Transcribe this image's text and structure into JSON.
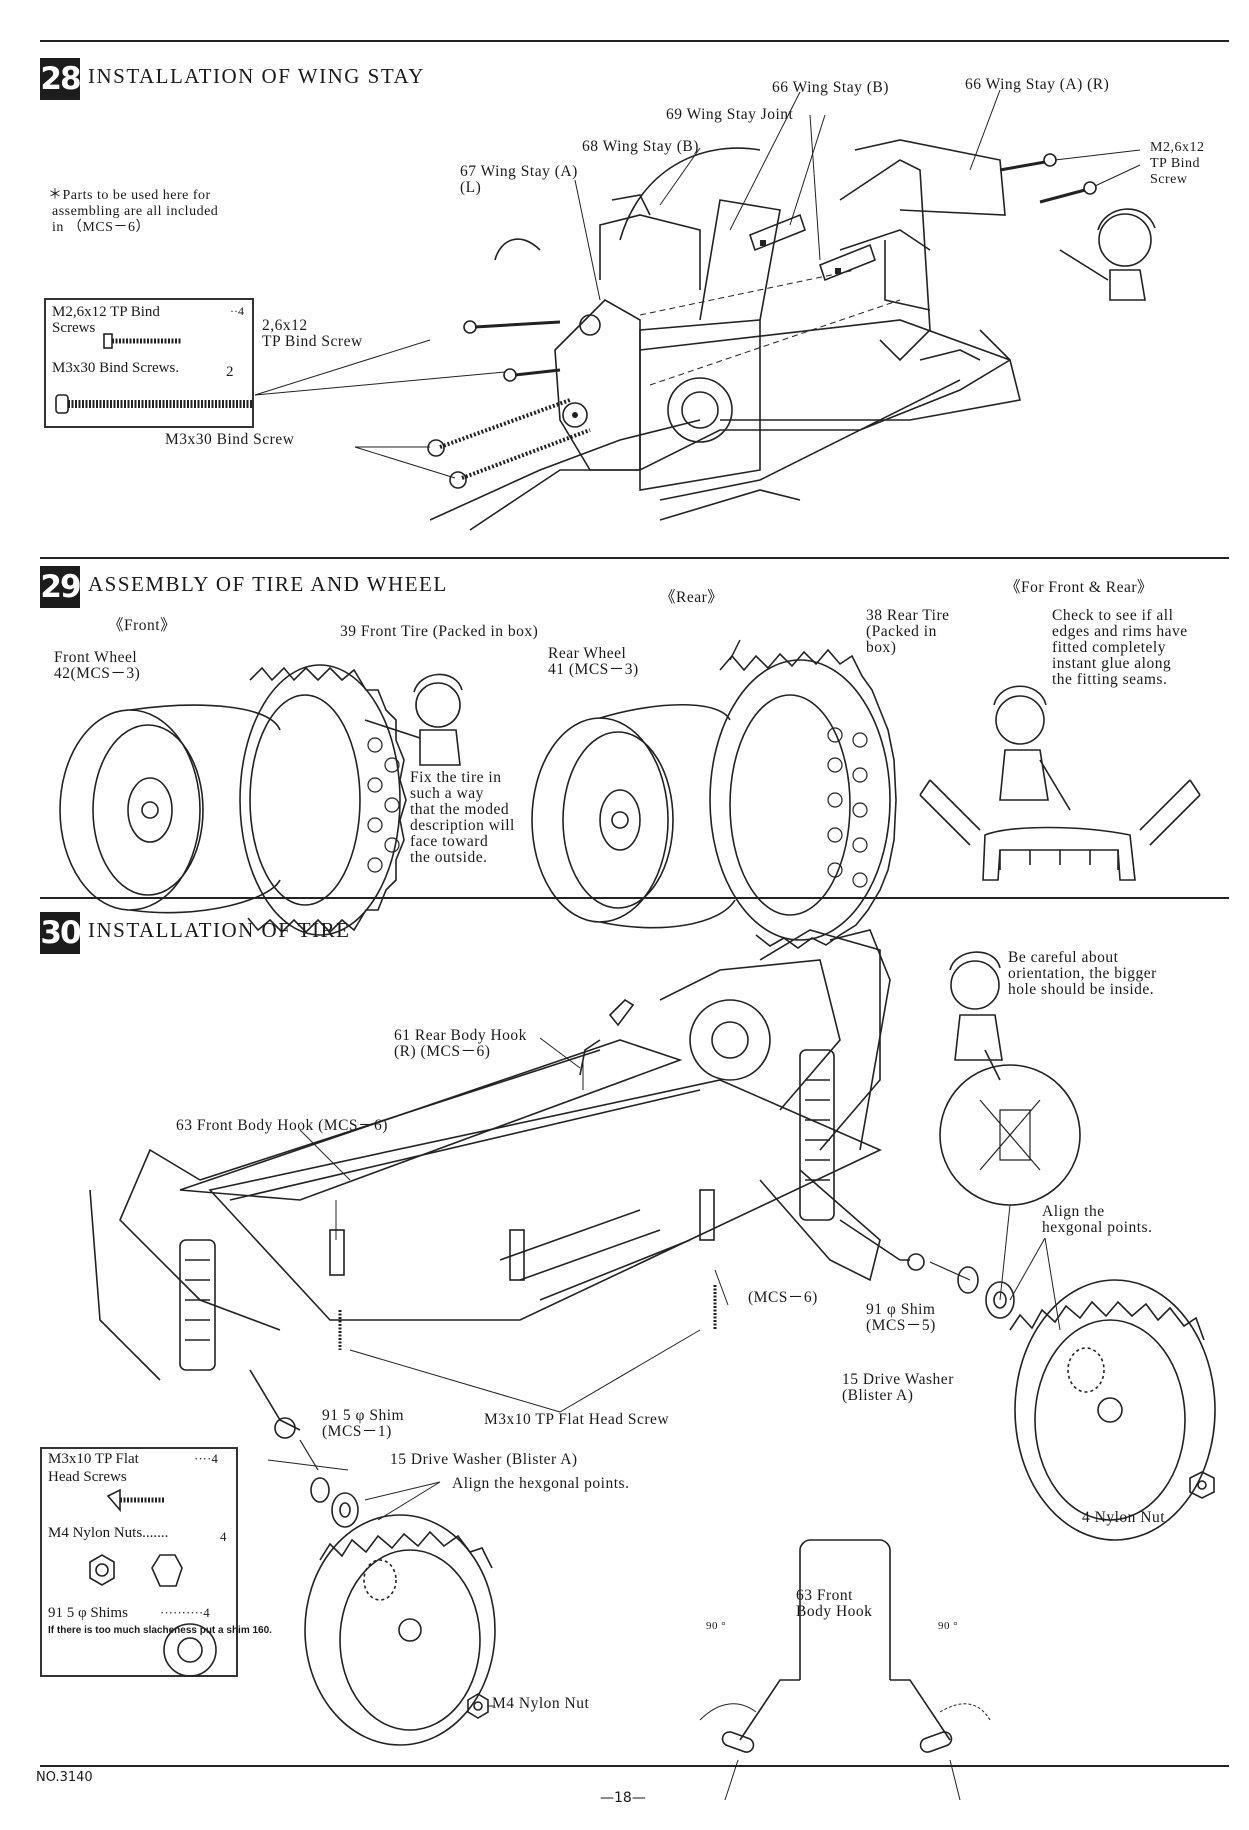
{
  "sections": {
    "s28": {
      "number": "28",
      "title": "INSTALLATION OF WING STAY",
      "note": "＊Parts to be used here for\n assembling are all included\n in （MCS－6）",
      "labels": {
        "wing_stay_b_top": "66 Wing Stay (B)",
        "wing_stay_a_r": "66 Wing Stay (A) (R)",
        "wing_stay_joint": "69 Wing Stay Joint",
        "wing_stay_b": "68 Wing Stay (B)",
        "wing_stay_a_l": "67 Wing Stay (A)\n(L)",
        "m26_right": "M2,6x12\nTP Bind\nScrew",
        "screw_26_left": "2,6x12\nTP Bind Screw",
        "m3x30": "M3x30 Bind Screw"
      },
      "parts_box": {
        "item1": "M2,6x12 TP Bind",
        "item1_sub": "Screws",
        "item1_qty": "··4",
        "item2": "M3x30 Bind Screws.",
        "item2_qty": "2"
      }
    },
    "s29": {
      "number": "29",
      "title": "ASSEMBLY OF TIRE AND WHEEL",
      "labels": {
        "front": "《Front》",
        "rear": "《Rear》",
        "front_rear": "《For Front & Rear》",
        "front_wheel": "Front Wheel\n42(MCS－3)",
        "front_tire": "39 Front Tire (Packed in box)",
        "rear_wheel": "Rear Wheel\n41 (MCS－3)",
        "rear_tire": "38 Rear Tire\n(Packed in\nbox)",
        "fix_note": "Fix the tire in\nsuch a way\nthat the moded\ndescription will\nface toward\nthe outside.",
        "check_note": "Check to see if all\nedges and rims have\nfitted completely\ninstant glue along\nthe fitting seams."
      }
    },
    "s30": {
      "number": "30",
      "title": "INSTALLATION OF TIRE",
      "labels": {
        "careful": "Be careful about\norientation, the bigger\nhole should be inside.",
        "rear_body_hook": "61 Rear Body Hook\n(R) (MCS－6)",
        "front_body_hook": "63 Front Body Hook (MCS－6)",
        "align_right": "Align the\nhexgonal points.",
        "mcs6": "(MCS－6)",
        "shim_right": "91 φ Shim\n(MCS－5)",
        "drive_washer_right": "15 Drive Washer\n(Blister A)",
        "flat_head": "M3x10 TP Flat Head Screw",
        "shim_5": "91 5 φ Shim\n(MCS－1)",
        "drive_washer_left": "15 Drive Washer (Blister A)",
        "align_left": "Align the hexgonal points.",
        "nylon_nut_right": "4 Nylon Nut",
        "m4_nut": "M4 Nylon Nut",
        "front_body_hook_detail": "63 Front\nBody Hook",
        "angle_a": "90 °",
        "angle_b": "90 °"
      },
      "parts_box": {
        "item1": "M3x10 TP Flat",
        "item1_qty": "····4",
        "item1_sub": "Head\nScrews",
        "item2": "M4 Nylon Nuts.......",
        "item2_qty": "4",
        "item3": "91 5 φ Shims",
        "item3_qty": "··········4",
        "note": "If there is\ntoo much\nslacheness put\na shim 160."
      }
    }
  },
  "footer": {
    "doc_no": "NO.3140",
    "page": "—18—"
  }
}
